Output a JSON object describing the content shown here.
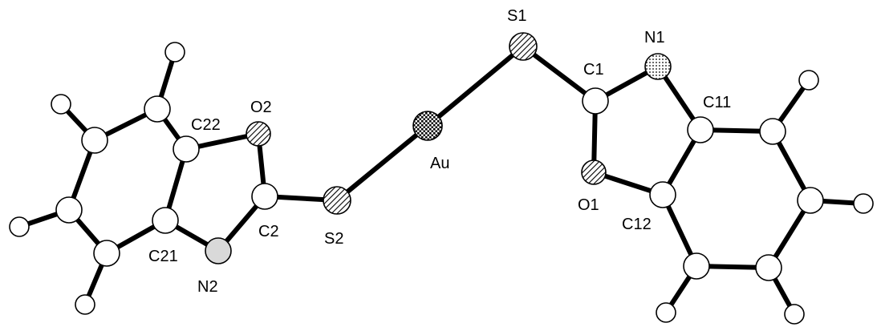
{
  "labels": {
    "S1": "S1",
    "N1": "N1",
    "C1": "C1",
    "C11": "C11",
    "O2": "O2",
    "C22": "C22",
    "Au": "Au",
    "O1": "O1",
    "C12": "C12",
    "C2": "C2",
    "S2": "S2",
    "C21": "C21",
    "N2": "N2"
  },
  "atom_styles": {
    "Au": "checker-dark",
    "S": "diagonal-hatch",
    "O": "diagonal-hatch",
    "N1": "dotted",
    "N2": "grey",
    "C": "white",
    "H": "white"
  },
  "colors": {
    "N2_fill": "#d9d9d9",
    "bond": "#000000",
    "atom_fill": "#ffffff"
  }
}
